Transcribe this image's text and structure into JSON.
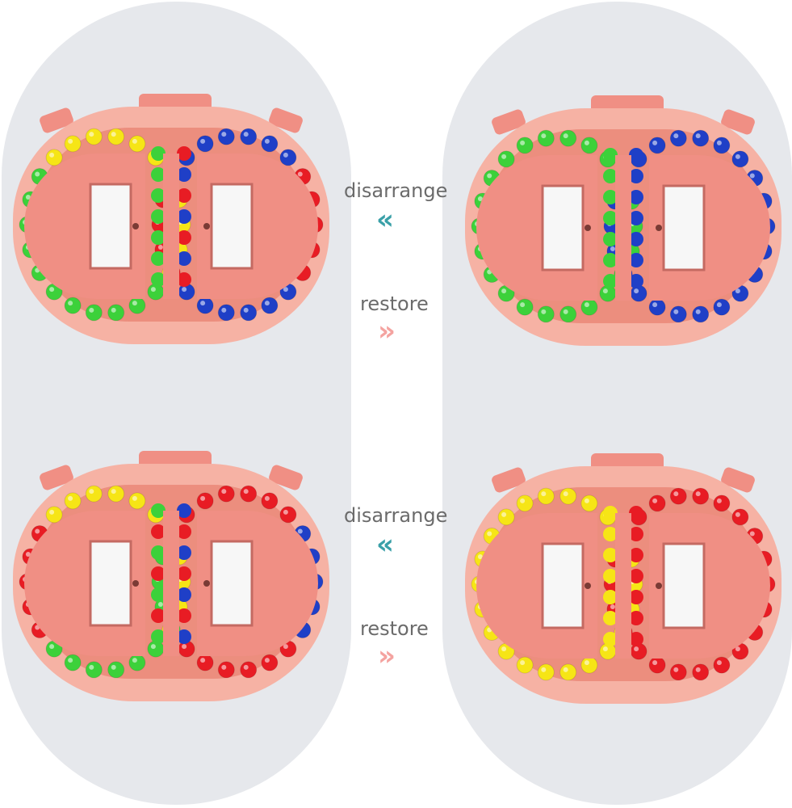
{
  "labels": {
    "disarrange": "disarrange",
    "restore": "restore"
  },
  "icons": {
    "left_arrow": "double-chevron-left-icon",
    "right_arrow": "double-chevron-right-icon",
    "left_arrow_glyph": "«",
    "right_arrow_glyph": "»"
  },
  "colors": {
    "panel": "#e6e8ec",
    "toy_body": "#f6b2a4",
    "toy_face": "#f08f84",
    "left_arrow": "#3aa0a8",
    "right_arrow": "#f4a3a0",
    "ball_red": "#e81c24",
    "ball_green": "#3cd13a",
    "ball_blue": "#1f3fc7",
    "ball_yellow": "#f6e516"
  },
  "toys": [
    {
      "id": "top-left",
      "state": "scrambled",
      "scheme": [
        "y",
        "g",
        "g",
        "y",
        "r",
        "b",
        "r",
        "b"
      ]
    },
    {
      "id": "top-right",
      "state": "sorted",
      "scheme": [
        "g",
        "g",
        "g",
        "g",
        "b",
        "b",
        "b",
        "b"
      ]
    },
    {
      "id": "bottom-left",
      "state": "scrambled",
      "scheme": [
        "y",
        "g",
        "r",
        "y",
        "b",
        "r",
        "g",
        "r"
      ]
    },
    {
      "id": "bottom-right",
      "state": "sorted",
      "scheme": [
        "y",
        "y",
        "y",
        "y",
        "r",
        "r",
        "r",
        "r"
      ]
    }
  ]
}
